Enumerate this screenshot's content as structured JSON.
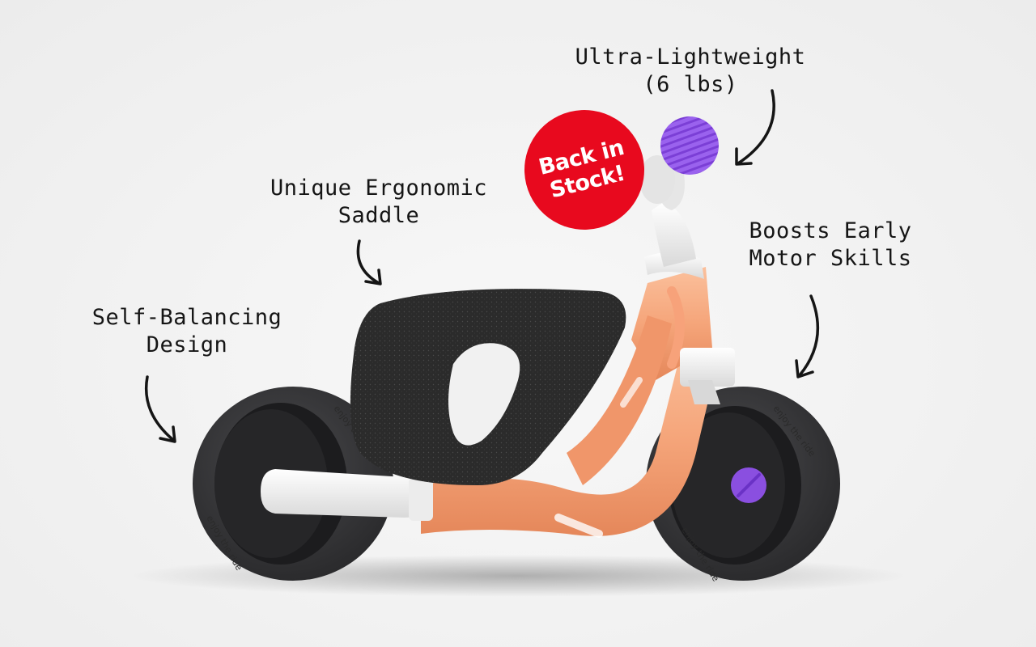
{
  "callouts": {
    "self_balancing": [
      "Self-Balancing",
      "Design"
    ],
    "saddle": [
      "Unique Ergonomic",
      "Saddle"
    ],
    "lightweight": [
      "Ultra-Lightweight",
      "(6 lbs)"
    ],
    "motor_skills": [
      "Boosts Early",
      "Motor Skills"
    ]
  },
  "badge": [
    "Back in",
    "Stock!"
  ],
  "tire_text": "enjoy the ride",
  "colors": {
    "frame": "#f5a57a",
    "tire": "#3a3a3c",
    "saddle": "#2b2b2b",
    "accent": "#8a4fe0",
    "badge": "#e8091e"
  }
}
